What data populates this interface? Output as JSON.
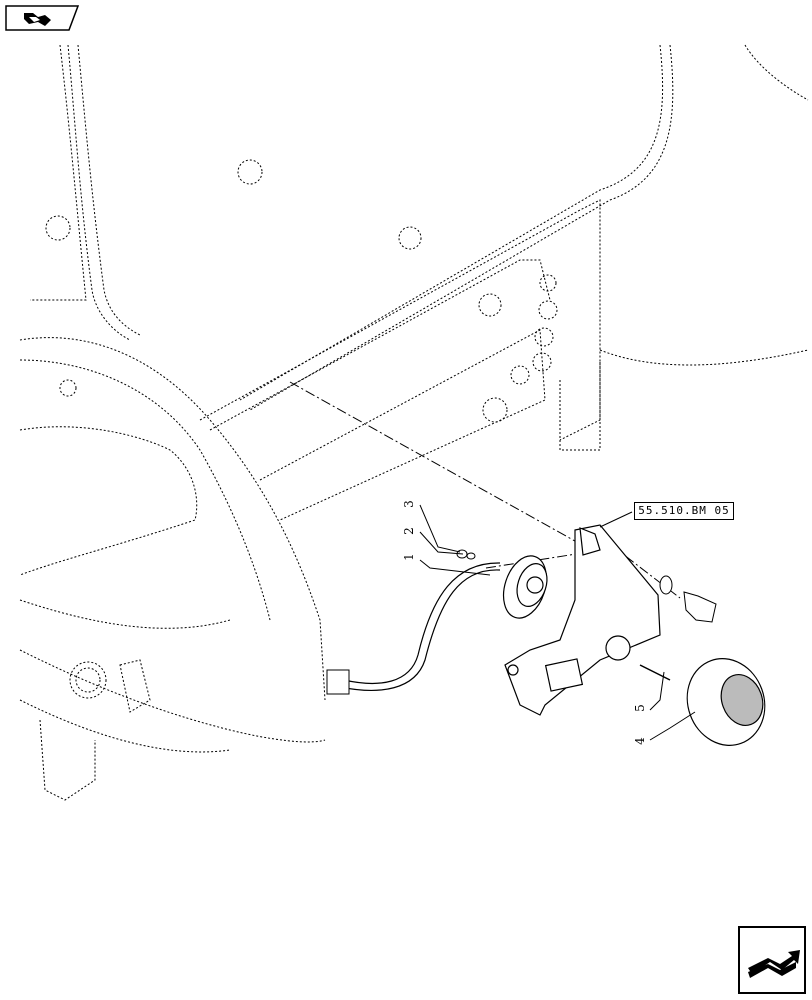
{
  "reference": {
    "label": "55.510.BM 05"
  },
  "callouts": [
    {
      "id": "1",
      "label": "1"
    },
    {
      "id": "2",
      "label": "2"
    },
    {
      "id": "3",
      "label": "3"
    },
    {
      "id": "4",
      "label": "4"
    },
    {
      "id": "5",
      "label": "5"
    }
  ],
  "icons": {
    "top_left": "book-navigation-icon",
    "bottom_right": "next-page-arrow-icon"
  },
  "colors": {
    "line": "#000000",
    "background": "#ffffff"
  }
}
